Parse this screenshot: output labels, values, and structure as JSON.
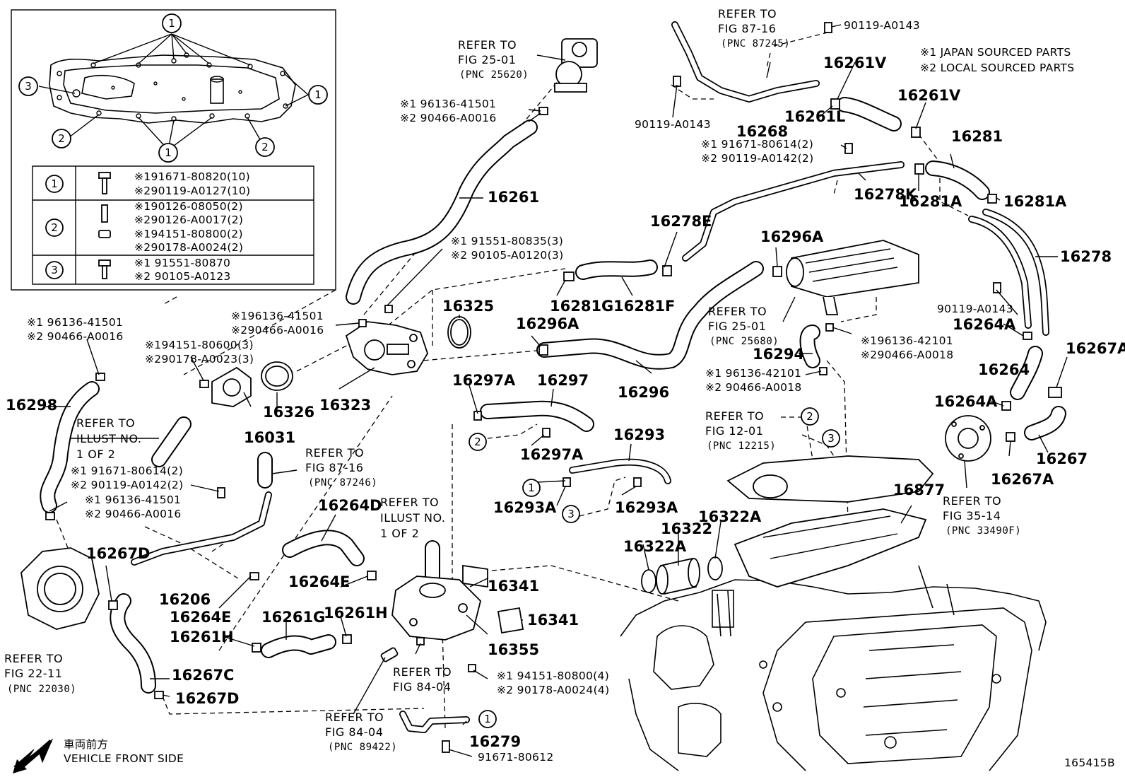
{
  "diagram_id": "165415B",
  "notes": [
    "※1 JAPAN SOURCED PARTS",
    "※2 LOCAL SOURCED PARTS"
  ],
  "front_indicator": {
    "jp": "車両前方",
    "en": "VEHICLE FRONT SIDE"
  },
  "inset_table": {
    "rows": [
      {
        "num": "1",
        "lines": [
          "※191671-80820(10)",
          "※290119-A0127(10)"
        ]
      },
      {
        "num": "2",
        "lines": [
          "※190126-08050(2)",
          "※290126-A0017(2)",
          "※194151-80800(2)",
          "※290178-A0024(2)"
        ]
      },
      {
        "num": "3",
        "lines": [
          "※1 91551-80870",
          "※2 90105-A0123"
        ]
      }
    ]
  },
  "inset_callouts": [
    "1",
    "3",
    "1",
    "2",
    "1",
    "2"
  ],
  "part_labels": {
    "p16261": "16261",
    "p16298": "16298",
    "p16323": "16323",
    "p16325": "16325",
    "p16326": "16326",
    "p16031": "16031",
    "p16296": "16296",
    "p16296A_1": "16296A",
    "p16296A_2": "16296A",
    "p16281G": "16281G",
    "p16281F": "16281F",
    "p16278E": "16278E",
    "p16278K": "16278K",
    "p16281A_1": "16281A",
    "p16281A_2": "16281A",
    "p16281": "16281",
    "p16278": "16278",
    "p16268": "16268",
    "p16261V_1": "16261V",
    "p16261V_2": "16261V",
    "p16261L": "16261L",
    "p16264A_1": "16264A",
    "p16264A_2": "16264A",
    "p16264": "16264",
    "p16267A_1": "16267A",
    "p16267A_2": "16267A",
    "p16267": "16267",
    "p16294": "16294",
    "p16297A_1": "16297A",
    "p16297A_2": "16297A",
    "p16297": "16297",
    "p16293": "16293",
    "p16293A_1": "16293A",
    "p16293A_2": "16293A",
    "p16877": "16877",
    "p16322": "16322",
    "p16322A_1": "16322A",
    "p16322A_2": "16322A",
    "p16264D": "16264D",
    "p16264E_1": "16264E",
    "p16264E_2": "16264E",
    "p16341_1": "16341",
    "p16341_2": "16341",
    "p16355": "16355",
    "p16261G": "16261G",
    "p16261H_1": "16261H",
    "p16261H_2": "16261H",
    "p16206": "16206",
    "p16267D_1": "16267D",
    "p16267D_2": "16267D",
    "p16267C": "16267C",
    "p16279": "16279"
  },
  "part_numbers": {
    "a1": "※1 96136-41501",
    "a2": "※2 90466-A0016",
    "b1": "※1 91551-80835(3)",
    "b2": "※2 90105-A0120(3)",
    "c1": "※196136-41501",
    "c2": "※290466-A0016",
    "d1": "※194151-80600(3)",
    "d2": "※290178-A0023(3)",
    "e1": "※1 96136-41501",
    "e2": "※2 90466-A0016",
    "f1": "※1 91671-80614(2)",
    "f2": "※2 90119-A0142(2)",
    "g1": "※1 96136-41501",
    "g2": "※2 90466-A0016",
    "h1": "※1 91671-80614(2)",
    "h2": "※2 90119-A0142(2)",
    "i1": "※196136-42101",
    "i2": "※290466-A0018",
    "j1": "※1 96136-42101",
    "j2": "※2 90466-A0018",
    "k1": "※1 94151-80800(4)",
    "k2": "※2 90178-A0024(4)",
    "bolt1": "90119-A0143",
    "bolt2": "90119-A0143",
    "bolt3": "90119-A0143",
    "bolt4": "91671-80612"
  },
  "refers": {
    "r1": {
      "l1": "REFER TO",
      "l2": "FIG 25-01",
      "pnc": "(PNC 25620)"
    },
    "r2": {
      "l1": "REFER TO",
      "l2": "FIG 87-16",
      "pnc": "(PNC 87245)"
    },
    "r3": {
      "l1": "REFER TO",
      "l2": "FIG 25-01",
      "pnc": "(PNC 25680)"
    },
    "r4": {
      "l1": "REFER TO",
      "l2": "FIG 12-01",
      "pnc": "(PNC 12215)"
    },
    "r5": {
      "l1": "REFER TO",
      "l2": "FIG 35-14",
      "pnc": "(PNC 33490F)"
    },
    "r6": {
      "l1": "REFER TO",
      "l2": "ILLUST NO.",
      "l3": "1 OF 2"
    },
    "r7": {
      "l1": "REFER TO",
      "l2": "FIG 87-16",
      "pnc": "(PNC 87246)"
    },
    "r8": {
      "l1": "REFER TO",
      "l2": "ILLUST NO.",
      "l3": "1 OF 2"
    },
    "r9": {
      "l1": "REFER TO",
      "l2": "FIG 22-11",
      "pnc": "(PNC 22030)"
    },
    "r10": {
      "l1": "REFER TO",
      "l2": "FIG 84-04"
    },
    "r11": {
      "l1": "REFER TO",
      "l2": "FIG 84-04",
      "pnc": "(PNC 89422)"
    }
  },
  "callout_numbers": {
    "c_2a": "2",
    "c_1a": "1",
    "c_3a": "3",
    "c_2b": "2",
    "c_3b": "3",
    "c_1b": "1"
  }
}
